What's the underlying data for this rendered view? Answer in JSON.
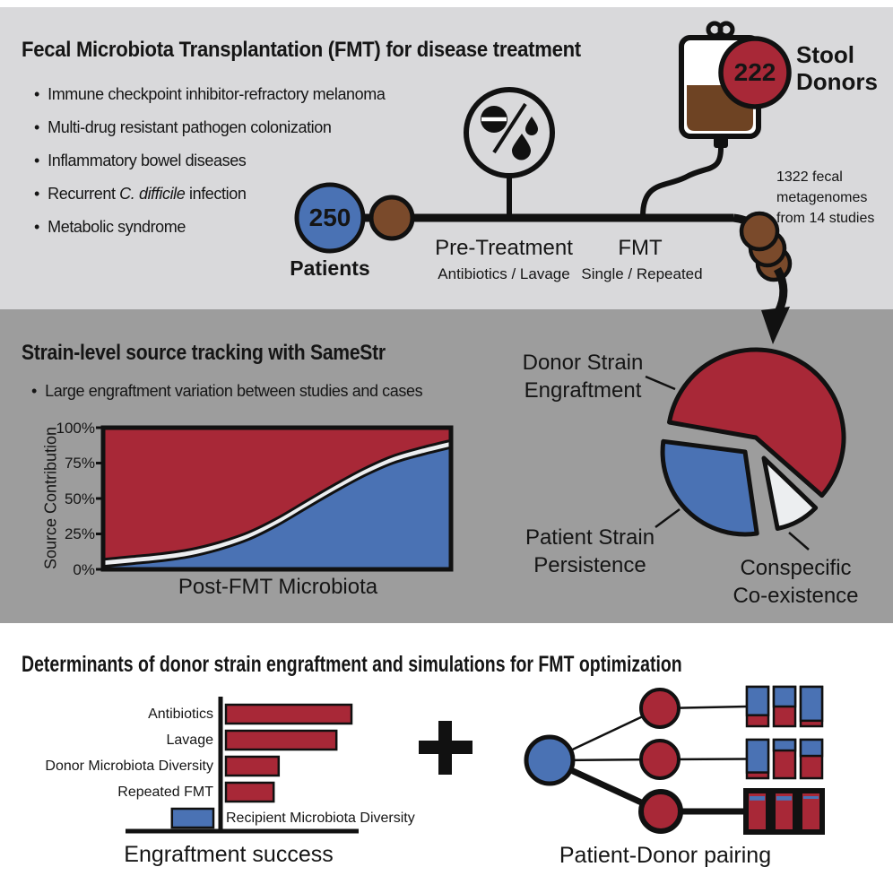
{
  "colors": {
    "red": "#a82837",
    "blue": "#4a72b4",
    "brown": "#7a4a2b",
    "brown_dark": "#6e4323",
    "panel_light": "#d9d9db",
    "panel_mid": "#9d9d9d",
    "white_slice": "#eceef0",
    "black": "#111111",
    "bag_fill": "#ffffff"
  },
  "icons": {
    "stool_bag": "stool-bag-icon",
    "pretreatment": "pill-and-lavage-drops-icon",
    "stool_samples": "stool-sample-circles-icon",
    "arrow_down": "curved-arrow-down-icon",
    "plus": "plus-icon"
  },
  "top_panel": {
    "title": "Fecal Microbiota Transplantation (FMT) for disease treatment",
    "bullets": [
      {
        "pre": "Immune checkpoint inhibitor-refractory melanoma",
        "italic": "",
        "post": ""
      },
      {
        "pre": "Multi-drug resistant pathogen colonization",
        "italic": "",
        "post": ""
      },
      {
        "pre": "Inflammatory bowel diseases",
        "italic": "",
        "post": ""
      },
      {
        "pre": "Recurrent ",
        "italic": "C. difficile",
        "post": " infection"
      },
      {
        "pre": "Metabolic syndrome",
        "italic": "",
        "post": ""
      }
    ],
    "patients_count": "250",
    "patients_label": "Patients",
    "donors_count": "222",
    "donors_label": "Stool\nDonors",
    "pretreatment_label": "Pre-Treatment",
    "pretreatment_sub": "Antibiotics / Lavage",
    "fmt_label": "FMT",
    "fmt_sub": "Single / Repeated",
    "metagenomes_note": "1322 fecal\nmetagenomes\nfrom 14 studies"
  },
  "middle_panel": {
    "title": "Strain-level source tracking with SameStr",
    "bullet": "Large engraftment variation between studies and cases",
    "pie_labels": {
      "donor": "Donor Strain\nEngraftment",
      "patient": "Patient Strain\nPersistence",
      "conspecific": "Conspecific\nCo-existence"
    }
  },
  "bottom_panel": {
    "title": "Determinants of donor strain engraftment and simulations for FMT optimization"
  },
  "chart_data": [
    {
      "type": "area",
      "title": "Post-FMT source contribution (stacked, sorted samples)",
      "xlabel": "Post-FMT Microbiota",
      "ylabel": "Source Contribution",
      "yticks": [
        "0%",
        "25%",
        "50%",
        "75%",
        "100%"
      ],
      "ylim": [
        0,
        100
      ],
      "x": [
        0,
        8.3,
        16.7,
        25,
        33.3,
        41.7,
        50,
        58.3,
        66.7,
        75,
        83.3,
        91.7,
        100
      ],
      "series": [
        {
          "name": "Patient Strain Persistence",
          "color_key": "blue",
          "values": [
            2,
            4,
            6,
            9,
            14,
            21,
            31,
            43,
            55,
            66,
            75,
            81,
            86
          ]
        },
        {
          "name": "Conspecific Co-existence",
          "color_key": "white_slice",
          "values": [
            5,
            5,
            5,
            5,
            5,
            5,
            5,
            5,
            5,
            5,
            5,
            5,
            5
          ]
        },
        {
          "name": "Donor Strain Engraftment",
          "color_key": "red",
          "values": [
            93,
            91,
            89,
            86,
            81,
            74,
            64,
            52,
            40,
            29,
            20,
            14,
            9
          ]
        }
      ],
      "legend_position": "none",
      "grid": false
    },
    {
      "type": "pie",
      "title": "Post-FMT strain sources",
      "slices": [
        {
          "name": "Donor Strain Engraftment",
          "color_key": "red",
          "value": 60
        },
        {
          "name": "Conspecific Co-existence",
          "color_key": "white_slice",
          "value": 10
        },
        {
          "name": "Patient Strain Persistence",
          "color_key": "blue",
          "value": 30
        }
      ]
    },
    {
      "type": "bar",
      "title": "Determinants of donor strain engraftment",
      "xlabel": "Engraftment success",
      "categories": [
        "Antibiotics",
        "Lavage",
        "Donor Microbiota Diversity",
        "Repeated FMT"
      ],
      "values": [
        100,
        88,
        42,
        38
      ],
      "bar_color_key": "red",
      "negative_bar": {
        "label": "Recipient Microbiota Diversity",
        "value": 33,
        "color_key": "blue"
      }
    },
    {
      "type": "diagram",
      "title": "Patient-Donor pairing",
      "patient_color_key": "blue",
      "donor_color_key": "red",
      "donors": [
        {
          "link_weight": "thin",
          "bars_blue_fraction": [
            0.72,
            0.5,
            0.86
          ]
        },
        {
          "link_weight": "thin",
          "bars_blue_fraction": [
            0.85,
            0.28,
            0.42
          ]
        },
        {
          "link_weight": "thick",
          "highlighted": true,
          "bars_blue_fraction": [
            0.14,
            0.14,
            0.07
          ]
        }
      ]
    }
  ]
}
